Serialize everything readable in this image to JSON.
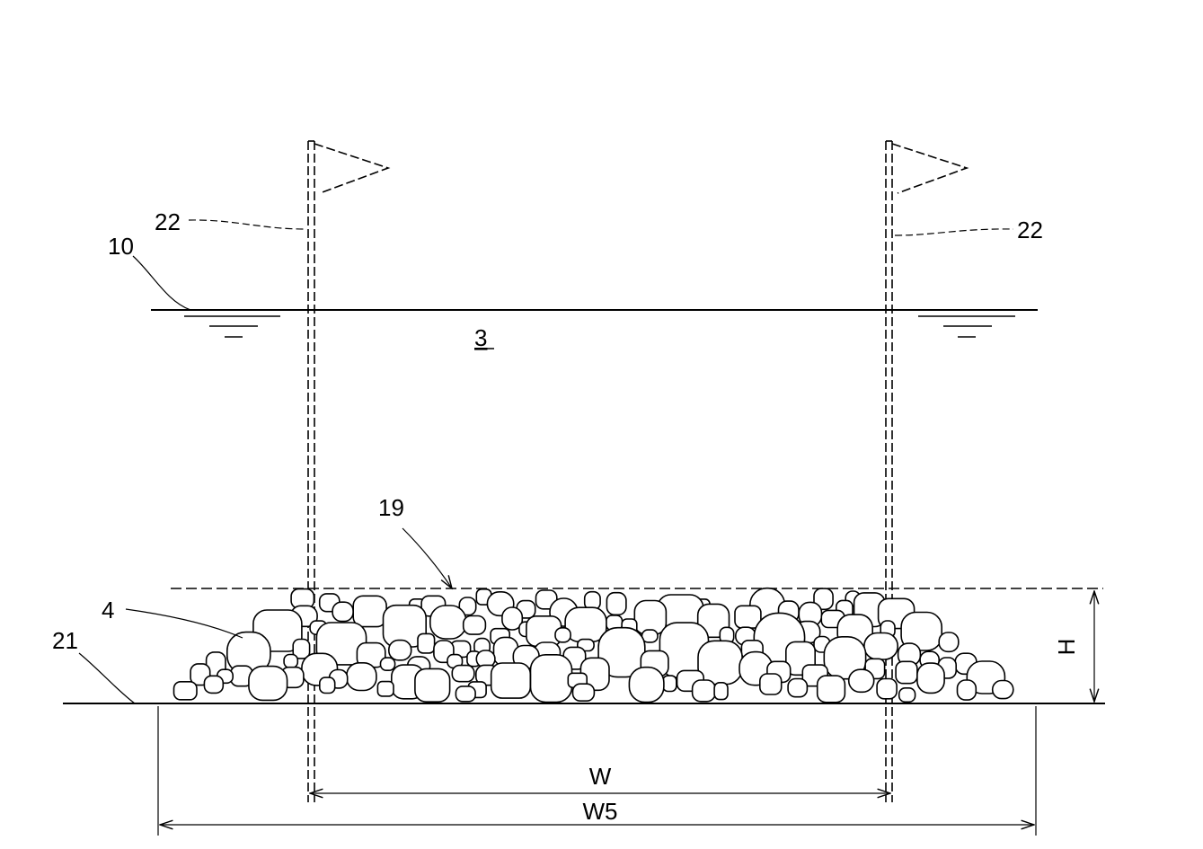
{
  "labels": {
    "water_surface": "10",
    "sea_bed": "21",
    "water_body": "3",
    "marker_pole_left": "22",
    "marker_pole_right": "22",
    "mound_top_line": "19",
    "rubble": "4",
    "height": "H",
    "crest_width": "W",
    "base_width": "W5"
  },
  "colors": {
    "ink": "#000000",
    "background": "#ffffff"
  }
}
